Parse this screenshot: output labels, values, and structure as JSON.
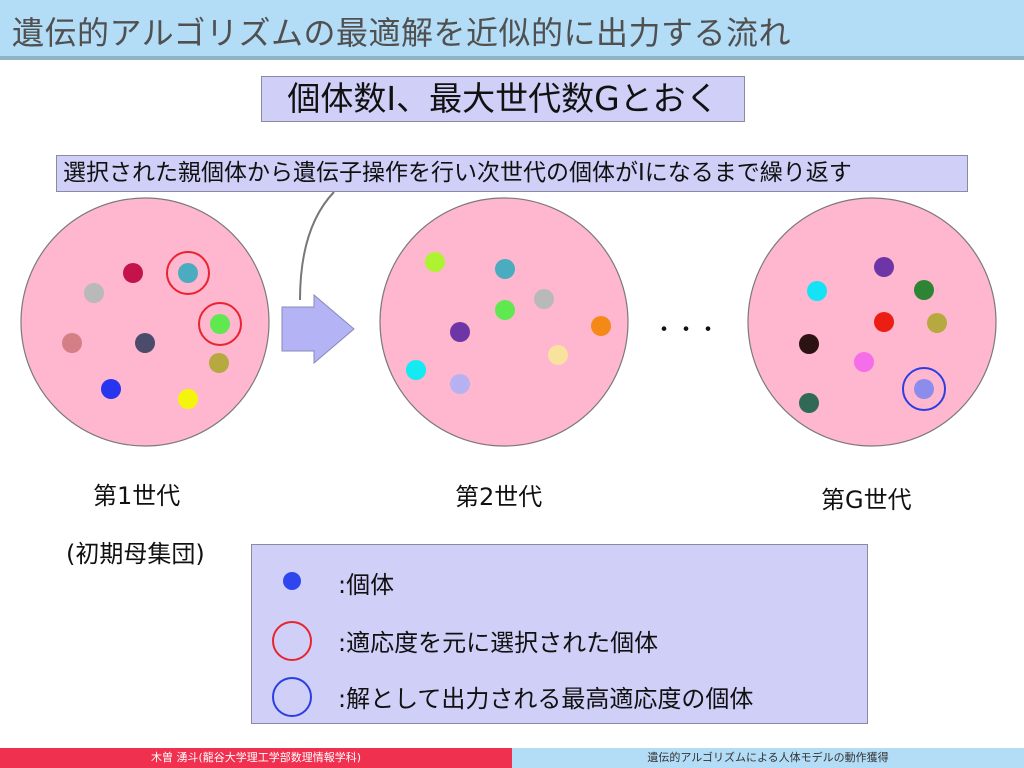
{
  "slide": {
    "title": "遺伝的アルゴリズムの最適解を近似的に出力する流れ",
    "main_label": "個体数I、最大世代数Gとおく",
    "sub_label": "選択された親個体から遺伝子操作を行い次世代の個体がIになるまで繰り返す",
    "ellipsis": "・・・"
  },
  "generations": [
    {
      "label": "第1世代",
      "sub_label": "(初期母集団)",
      "individuals": [
        {
          "color": "#c4134a"
        },
        {
          "color": "#4bacc0",
          "ring": "selected"
        },
        {
          "color": "#b9b9b9"
        },
        {
          "color": "#5fe850",
          "ring": "selected"
        },
        {
          "color": "#d47f86"
        },
        {
          "color": "#4b4b6b"
        },
        {
          "color": "#b6a93f"
        },
        {
          "color": "#2735ef"
        },
        {
          "color": "#f4f40c"
        }
      ]
    },
    {
      "label": "第2世代",
      "individuals": [
        {
          "color": "#aef332"
        },
        {
          "color": "#4bacc0"
        },
        {
          "color": "#b9b9b9"
        },
        {
          "color": "#5fe850"
        },
        {
          "color": "#f58917"
        },
        {
          "color": "#6d35a6"
        },
        {
          "color": "#f9e29e"
        },
        {
          "color": "#13eaf1"
        },
        {
          "color": "#b6b2f2"
        }
      ]
    },
    {
      "label": "第G世代",
      "individuals": [
        {
          "color": "#6d35a6"
        },
        {
          "color": "#13e3f4"
        },
        {
          "color": "#2d8434"
        },
        {
          "color": "#ec1d13"
        },
        {
          "color": "#b6a93f"
        },
        {
          "color": "#2d1212"
        },
        {
          "color": "#f56de8"
        },
        {
          "color": "#8b8cec",
          "ring": "best"
        },
        {
          "color": "#306a56"
        }
      ]
    }
  ],
  "legend": {
    "individual": ":個体",
    "selected": ":適応度を元に選択された個体",
    "best": ":解として出力される最高適応度の個体"
  },
  "colors": {
    "population_fill": "#ffb6cf",
    "arrow_fill": "#b3b3f5",
    "selected_ring": "#e8252e",
    "best_ring": "#2b3fe0",
    "legend_dot": "#2f46ef"
  },
  "footer": {
    "left": "木曽 湧斗(龍谷大学理工学部数理情報学科)",
    "right": "遺伝的アルゴリズムによる人体モデルの動作獲得"
  }
}
